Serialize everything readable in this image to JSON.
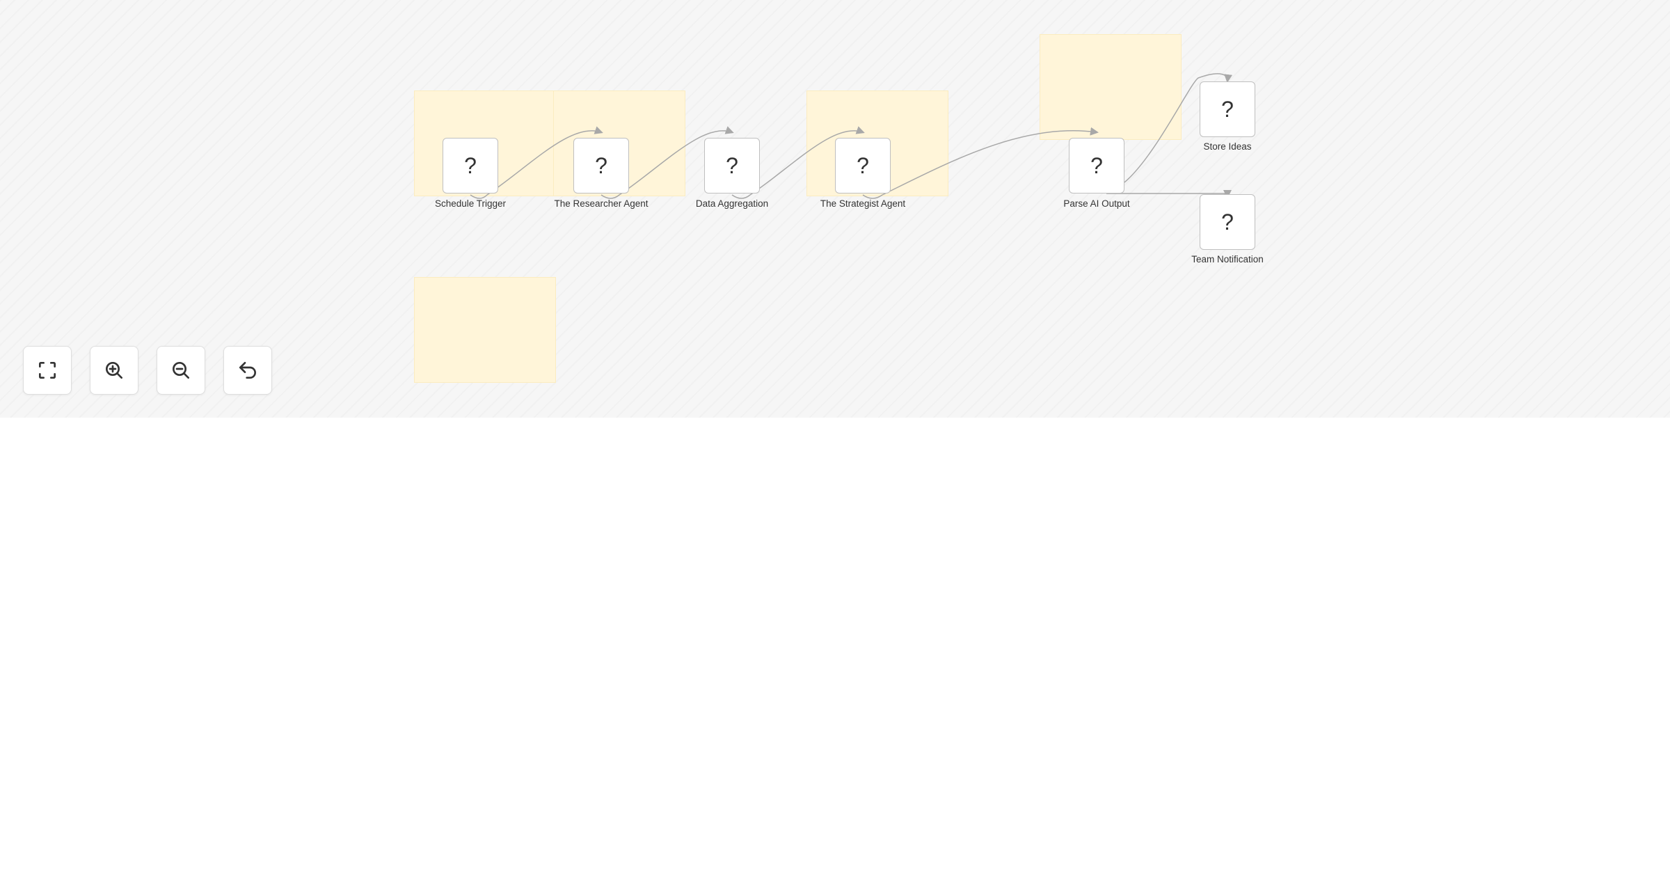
{
  "workflow": {
    "nodes": [
      {
        "id": "schedule-trigger",
        "label": "Schedule Trigger",
        "icon": "?"
      },
      {
        "id": "researcher-agent",
        "label": "The Researcher Agent",
        "icon": "?"
      },
      {
        "id": "data-aggregation",
        "label": "Data Aggregation",
        "icon": "?"
      },
      {
        "id": "strategist-agent",
        "label": "The Strategist Agent",
        "icon": "?"
      },
      {
        "id": "parse-ai-output",
        "label": "Parse AI Output",
        "icon": "?"
      },
      {
        "id": "store-ideas",
        "label": "Store Ideas",
        "icon": "?"
      },
      {
        "id": "team-notification",
        "label": "Team Notification",
        "icon": "?"
      }
    ],
    "connections": [
      [
        "schedule-trigger",
        "researcher-agent"
      ],
      [
        "researcher-agent",
        "data-aggregation"
      ],
      [
        "data-aggregation",
        "strategist-agent"
      ],
      [
        "strategist-agent",
        "parse-ai-output"
      ],
      [
        "parse-ai-output",
        "store-ideas"
      ],
      [
        "parse-ai-output",
        "team-notification"
      ]
    ]
  },
  "controls": {
    "fit_view": "fullscreen-icon",
    "zoom_in": "zoom-in-icon",
    "zoom_out": "zoom-out-icon",
    "undo": "undo-icon"
  },
  "colors": {
    "canvas_bg": "#f6f6f6",
    "sticky_note": "#fff5d9",
    "node_border": "#bfbfbf",
    "connection": "#a8a8a8"
  }
}
